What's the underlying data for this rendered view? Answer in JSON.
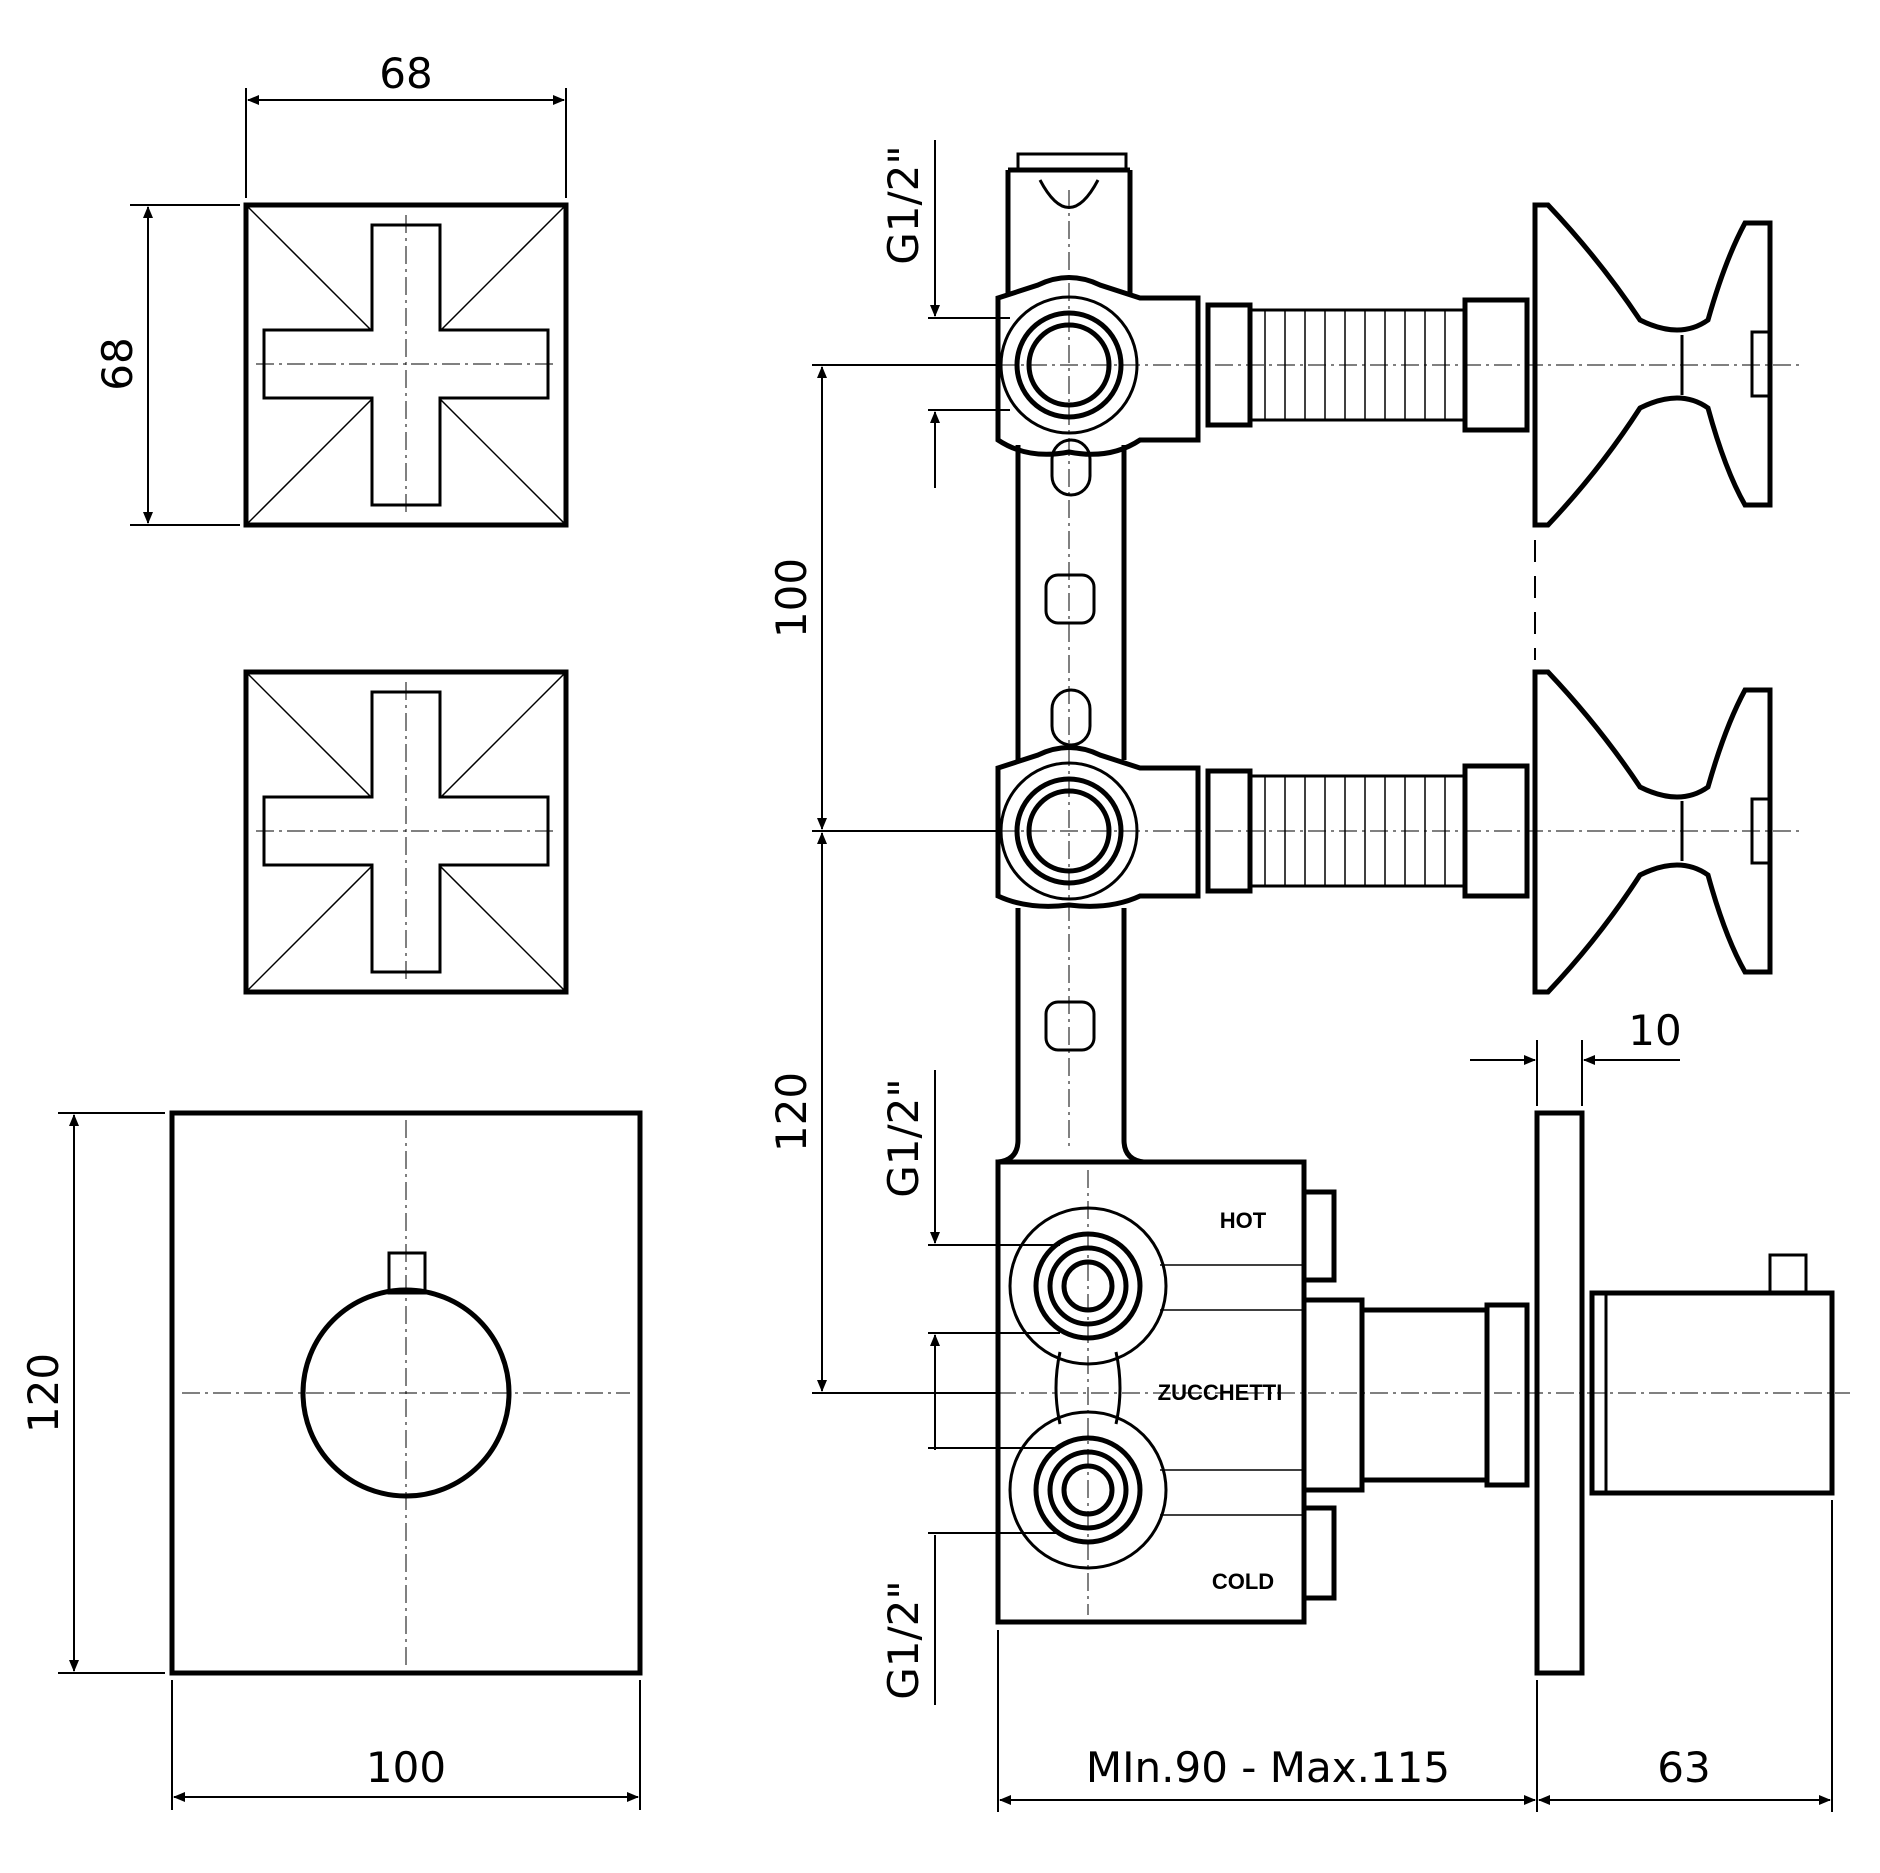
{
  "dimensions": {
    "handle_width": "68",
    "handle_height": "68",
    "spacing_100": "100",
    "spacing_120": "120",
    "plate_height": "120",
    "plate_width": "100",
    "wall_offset": "10",
    "projection": "63",
    "depth_range": "MIn.90 - Max.115"
  },
  "thread_labels": [
    "G1/2\"",
    "G1/2\"",
    "G1/2\""
  ],
  "valve_labels": {
    "hot": "HOT",
    "brand": "ZUCCHETTI",
    "cold": "COLD"
  },
  "colors": {
    "line": "#000000",
    "background": "#ffffff"
  }
}
